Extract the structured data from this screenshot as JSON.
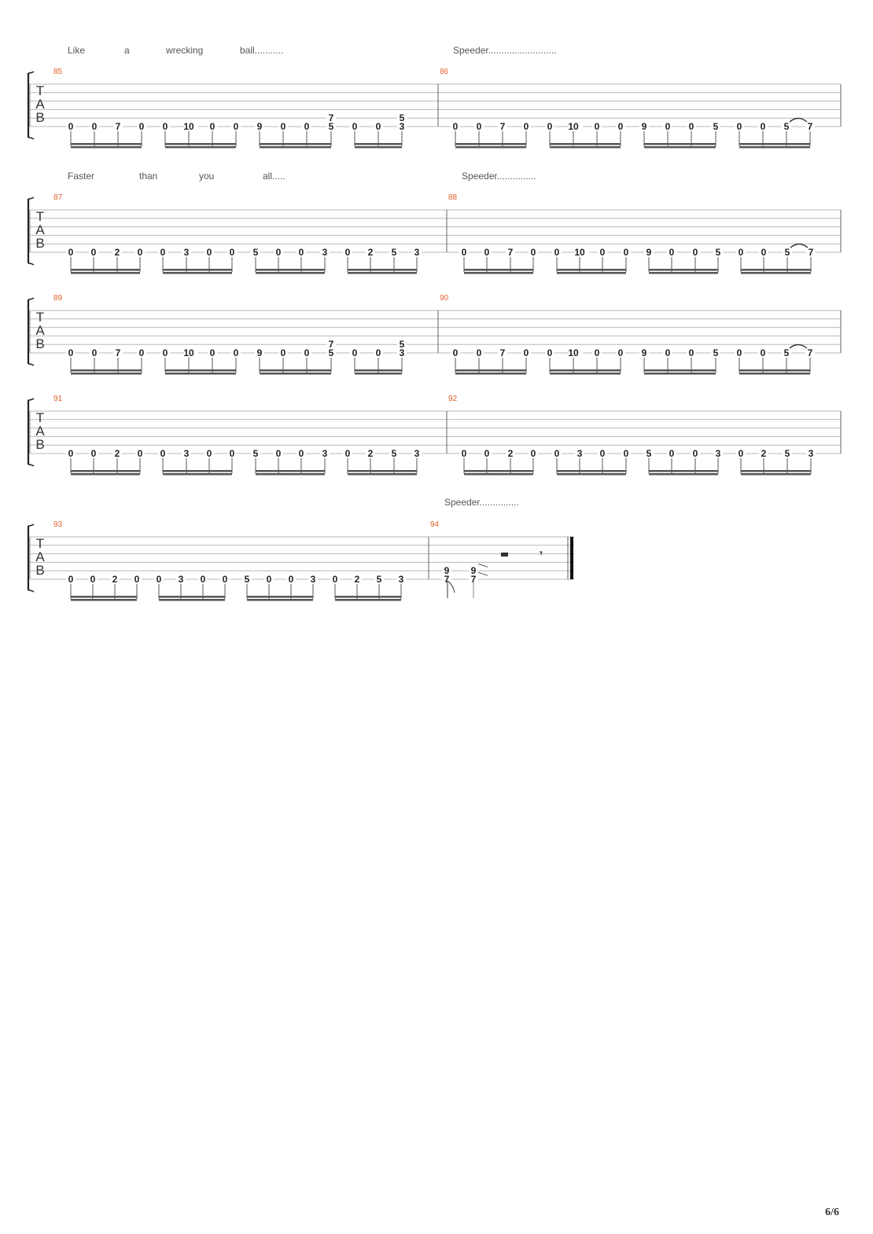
{
  "page_number": "6/6",
  "tab_clef": [
    "T",
    "A",
    "B"
  ],
  "systems": [
    {
      "lyrics": [
        "Like",
        "a",
        "wrecking",
        "ball...........",
        "Speeder.........................."
      ],
      "measures": [
        {
          "number": "85",
          "notes": [
            "0",
            "0",
            "7",
            "0",
            "0",
            "10",
            "0",
            "0",
            "9",
            "0",
            "0",
            "5/7",
            "0",
            "0",
            "3/5"
          ]
        },
        {
          "number": "86",
          "notes": [
            "0",
            "0",
            "7",
            "0",
            "0",
            "10",
            "0",
            "0",
            "9",
            "0",
            "0",
            "5",
            "0",
            "0",
            "5",
            "7"
          ]
        }
      ]
    },
    {
      "lyrics": [
        "Faster",
        "than",
        "you",
        "all.....",
        "Speeder..............."
      ],
      "measures": [
        {
          "number": "87",
          "notes": [
            "0",
            "0",
            "2",
            "0",
            "0",
            "3",
            "0",
            "0",
            "5",
            "0",
            "0",
            "3",
            "0",
            "2",
            "5",
            "3"
          ]
        },
        {
          "number": "88",
          "notes": [
            "0",
            "0",
            "7",
            "0",
            "0",
            "10",
            "0",
            "0",
            "9",
            "0",
            "0",
            "5",
            "0",
            "0",
            "5",
            "7"
          ]
        }
      ]
    },
    {
      "lyrics": [],
      "measures": [
        {
          "number": "89",
          "notes": [
            "0",
            "0",
            "7",
            "0",
            "0",
            "10",
            "0",
            "0",
            "9",
            "0",
            "0",
            "5/7",
            "0",
            "0",
            "3/5"
          ]
        },
        {
          "number": "90",
          "notes": [
            "0",
            "0",
            "7",
            "0",
            "0",
            "10",
            "0",
            "0",
            "9",
            "0",
            "0",
            "5",
            "0",
            "0",
            "5",
            "7"
          ]
        }
      ]
    },
    {
      "lyrics": [],
      "measures": [
        {
          "number": "91",
          "notes": [
            "0",
            "0",
            "2",
            "0",
            "0",
            "3",
            "0",
            "0",
            "5",
            "0",
            "0",
            "3",
            "0",
            "2",
            "5",
            "3"
          ]
        },
        {
          "number": "92",
          "notes": [
            "0",
            "0",
            "2",
            "0",
            "0",
            "3",
            "0",
            "0",
            "5",
            "0",
            "0",
            "3",
            "0",
            "2",
            "5",
            "3"
          ]
        }
      ]
    },
    {
      "lyrics": [
        "Speeder..............."
      ],
      "measures": [
        {
          "number": "93",
          "notes": [
            "0",
            "0",
            "2",
            "0",
            "0",
            "3",
            "0",
            "0",
            "5",
            "0",
            "0",
            "3",
            "0",
            "2",
            "5",
            "3"
          ]
        },
        {
          "number": "94",
          "notes": [
            "7/9",
            "7/9"
          ]
        }
      ]
    }
  ]
}
